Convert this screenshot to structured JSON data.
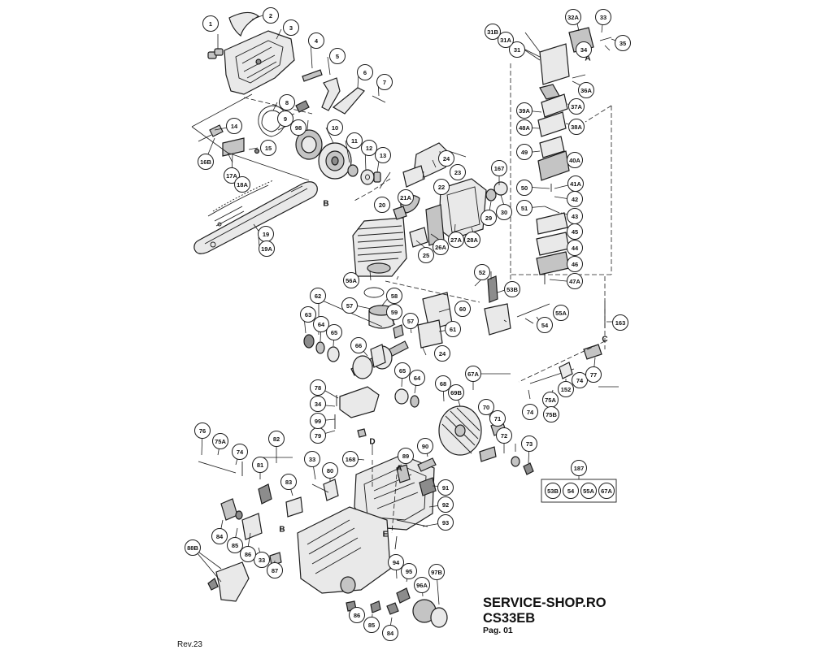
{
  "document": {
    "shop": "SERVICE-SHOP.RO",
    "model": "CS33EB",
    "page": "Pag. 01",
    "revision": "Rev.23"
  },
  "reference_letters": {
    "A": "A",
    "B": "B",
    "C": "C",
    "D": "D",
    "E": "E"
  },
  "kit": {
    "number": "187",
    "parts": [
      "53B",
      "54",
      "55A",
      "67A"
    ]
  },
  "callouts": {
    "c1": "1",
    "c2": "2",
    "c3": "3",
    "c4": "4",
    "c5": "5",
    "c6": "6",
    "c7": "7",
    "c8": "8",
    "c9": "9",
    "c10": "10",
    "c11": "11",
    "c12": "12",
    "c13": "13",
    "c14": "14",
    "c15": "15",
    "c16B": "16B",
    "c17A": "17A",
    "c18A": "18A",
    "c19": "19",
    "c19A": "19A",
    "c20": "20",
    "c21A": "21A",
    "c22": "22",
    "c23": "23",
    "c24a": "24",
    "c24b": "24",
    "c25": "25",
    "c26A": "26A",
    "c27A": "27A",
    "c28A": "28A",
    "c29": "29",
    "c30": "30",
    "c31": "31",
    "c31A": "31A",
    "c31B": "31B",
    "c32A": "32A",
    "c33a": "33",
    "c33b": "33",
    "c33c": "33",
    "c34": "34",
    "c34b": "34",
    "c35": "35",
    "c36A": "36A",
    "c37A": "37A",
    "c38A": "38A",
    "c39A": "39A",
    "c40A": "40A",
    "c41A": "41A",
    "c42": "42",
    "c43": "43",
    "c44": "44",
    "c45": "45",
    "c46": "46",
    "c47A": "47A",
    "c48A": "48A",
    "c49": "49",
    "c50": "50",
    "c51": "51",
    "c52": "52",
    "c53B": "53B",
    "c54": "54",
    "c55A": "55A",
    "c56A": "56A",
    "c57a": "57",
    "c57b": "57",
    "c58": "58",
    "c59": "59",
    "c60": "60",
    "c61": "61",
    "c62": "62",
    "c63": "63",
    "c64a": "64",
    "c64b": "64",
    "c65a": "65",
    "c65b": "65",
    "c66": "66",
    "c67A": "67A",
    "c68": "68",
    "c69B": "69B",
    "c70": "70",
    "c71": "71",
    "c72": "72",
    "c73": "73",
    "c74a": "74",
    "c74b": "74",
    "c74c": "74",
    "c75Aa": "75A",
    "c75Ab": "75A",
    "c75B": "75B",
    "c76": "76",
    "c77": "77",
    "c78": "78",
    "c79": "79",
    "c80": "80",
    "c81": "81",
    "c82": "82",
    "c83": "83",
    "c84a": "84",
    "c84b": "84",
    "c85a": "85",
    "c85b": "85",
    "c86a": "86",
    "c86b": "86",
    "c87": "87",
    "c88B": "88B",
    "c89": "89",
    "c90": "90",
    "c91": "91",
    "c92": "92",
    "c93": "93",
    "c94": "94",
    "c95": "95",
    "c96A": "96A",
    "c97B": "97B",
    "c98": "98",
    "c99": "99",
    "c152": "152",
    "c163": "163",
    "c167": "167",
    "c168": "168"
  }
}
